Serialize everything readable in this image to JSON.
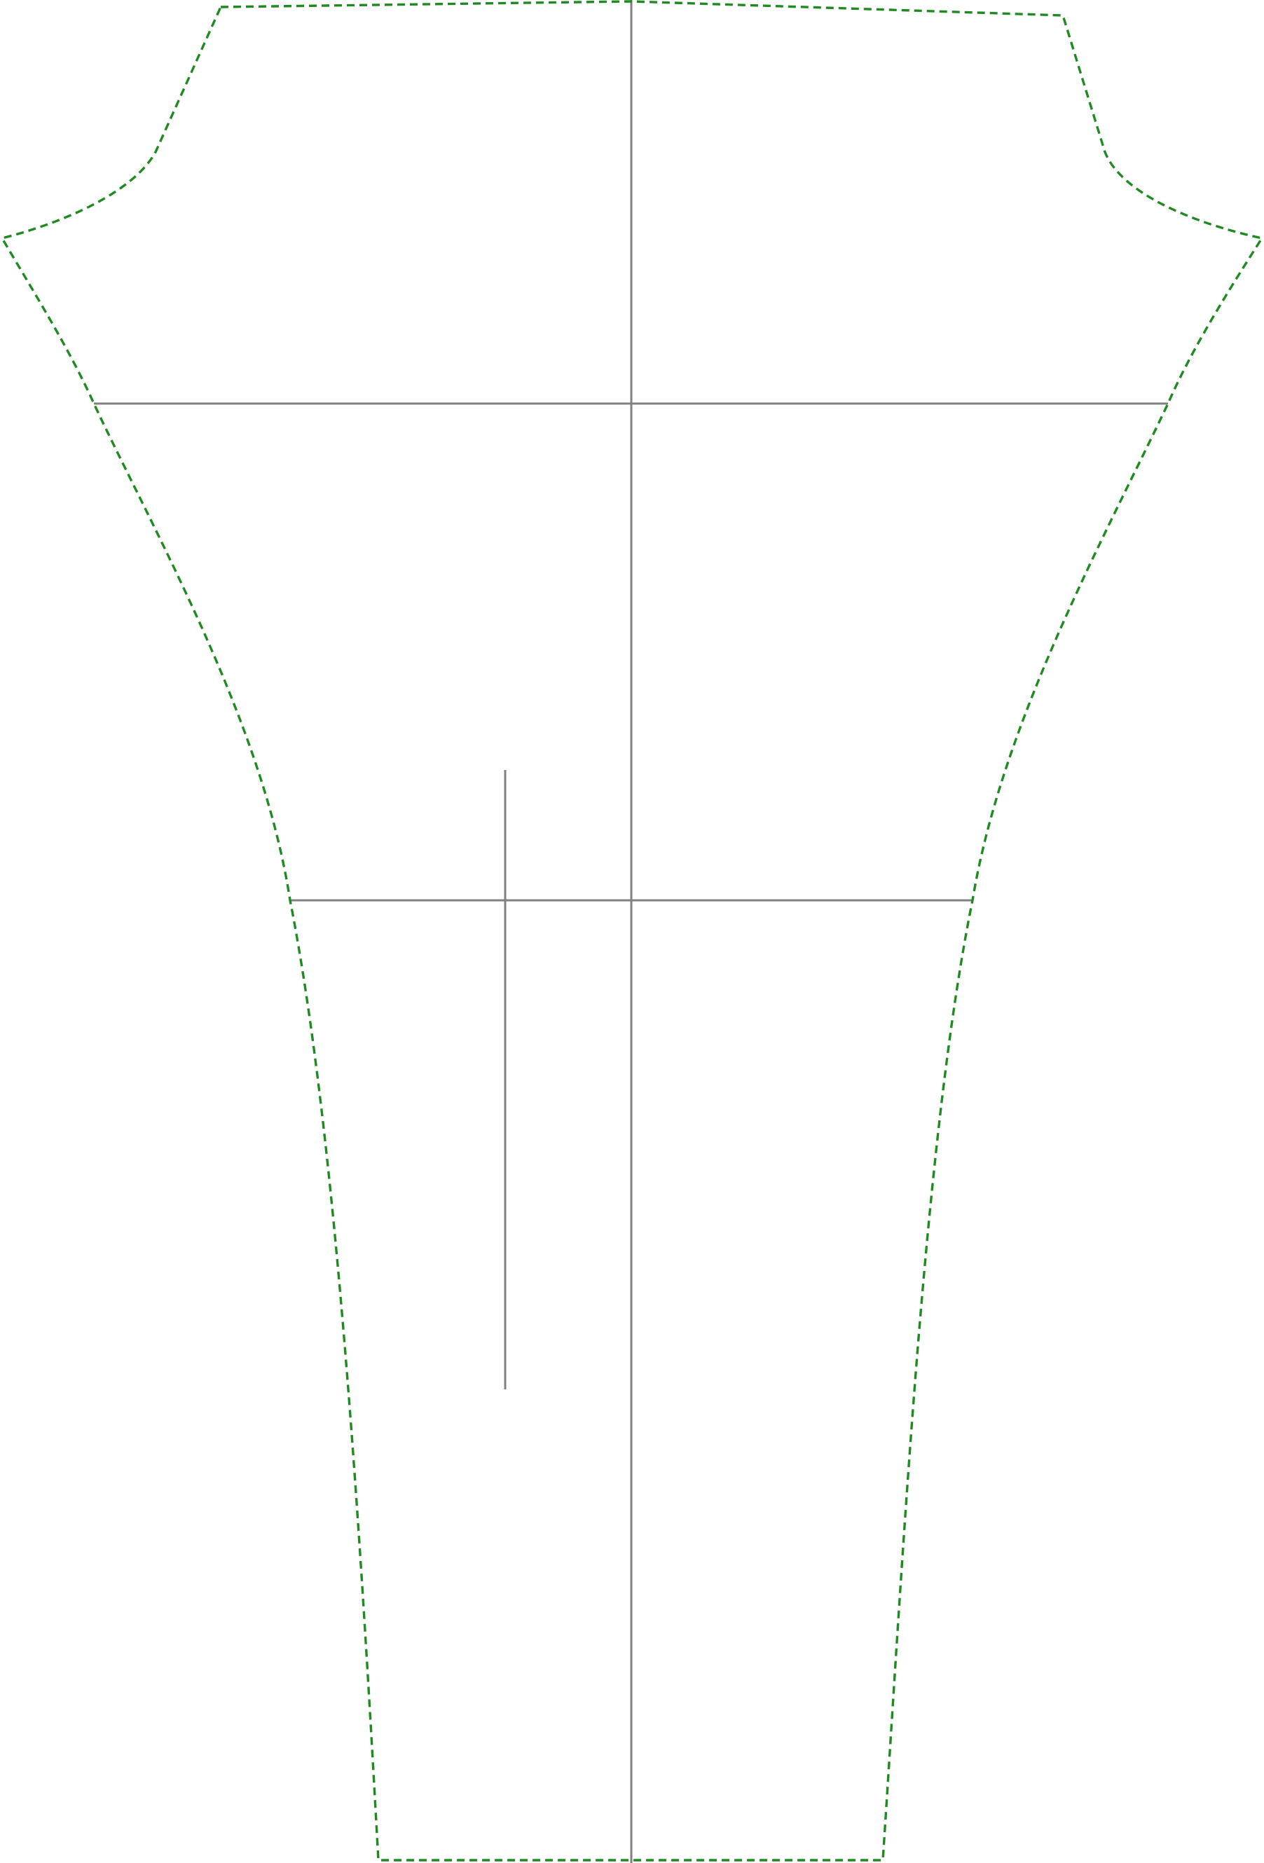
{
  "drawing": {
    "type": "sewing-pattern-piece",
    "shape": "trouser leg pattern",
    "colors": {
      "background": "#ffffff",
      "outline": "#1f8a1f",
      "guide_lines": "#808080"
    },
    "outline_style": "dashed",
    "guide_lines": [
      "center-grainline",
      "hip-line",
      "knee-line",
      "placement-line"
    ]
  }
}
